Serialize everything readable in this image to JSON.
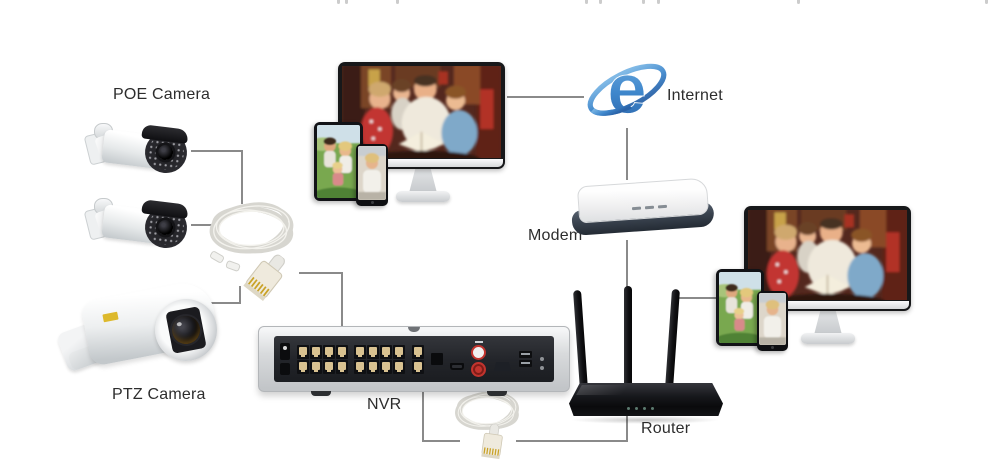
{
  "labels": {
    "poe_camera": "POE Camera",
    "ptz_camera": "PTZ Camera",
    "nvr": "NVR",
    "internet": "Internet",
    "modem": "Modem",
    "router": "Router"
  },
  "devices": {
    "nvr": {
      "poe_ports": 16,
      "lan_ports": 2
    },
    "router": {
      "antennas": 3
    },
    "poe_cameras": 2,
    "ptz_cameras": 1,
    "display_groups": 2
  },
  "icons": {
    "internet": "internet-explorer-e-logo",
    "poe_camera": "bullet-camera-icon",
    "ptz_camera": "ptz-camera-icon",
    "cable": "ethernet-cable-coil-icon",
    "display": "monitor-tablet-phone-icon"
  },
  "colors": {
    "background": "#ffffff",
    "connection_line": "#8a8a8a",
    "label_text": "#2d2d2d",
    "ie_blue": "#3f87cc",
    "router_body": "#101114",
    "modem_base": "#3c4654",
    "nvr_body": "#d9dbdd",
    "nvr_port_inner": "#d9c291",
    "rca_red": "#c2342e",
    "cable": "#d7d6d0"
  },
  "connections": [
    {
      "from": "POE Camera 1",
      "to": "Ethernet cable 1"
    },
    {
      "from": "POE Camera 2",
      "to": "Ethernet cable 1"
    },
    {
      "from": "PTZ Camera",
      "to": "Ethernet cable 1"
    },
    {
      "from": "Ethernet cable 1",
      "to": "NVR"
    },
    {
      "from": "NVR",
      "to": "Ethernet cable 2"
    },
    {
      "from": "Ethernet cable 2",
      "to": "Router"
    },
    {
      "from": "Modem",
      "to": "Router"
    },
    {
      "from": "Internet",
      "to": "Modem"
    },
    {
      "from": "Display group center",
      "to": "Internet"
    },
    {
      "from": "Router",
      "to": "Display group right"
    }
  ]
}
